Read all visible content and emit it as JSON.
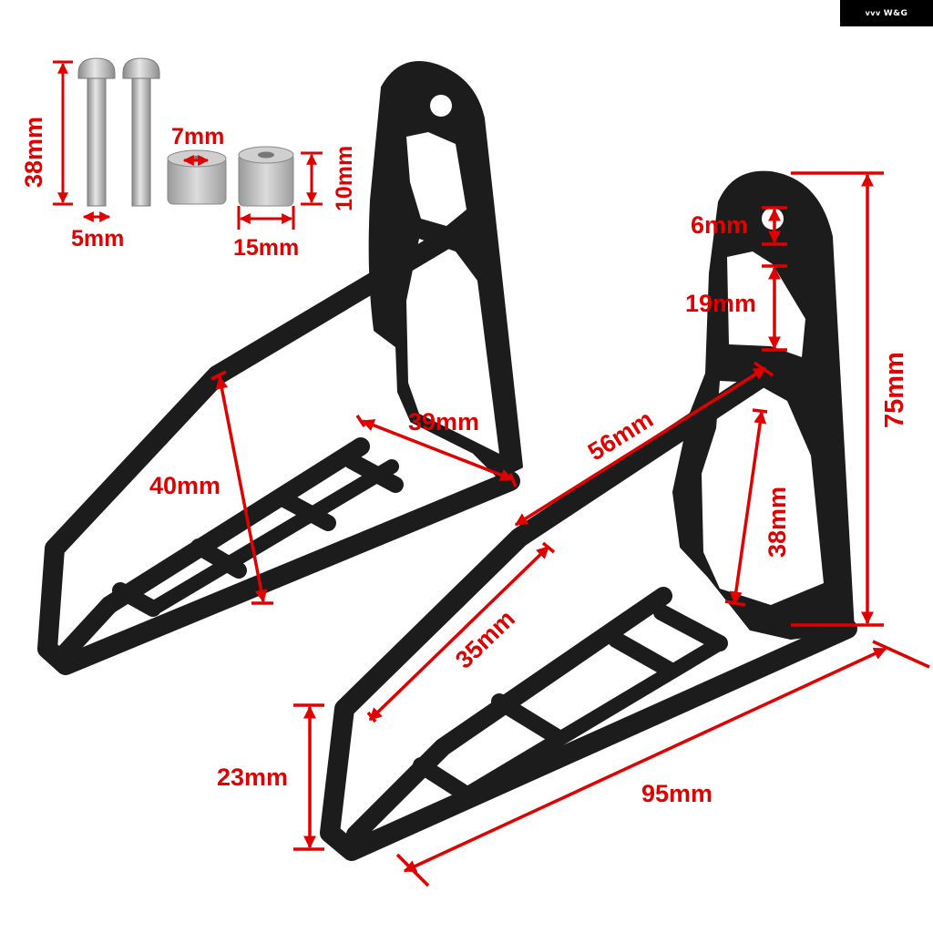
{
  "brand": {
    "logo_text": "W&G",
    "logo_mark": "vvv",
    "bg_color": "#000000"
  },
  "colors": {
    "dimension": "#e00000",
    "bracket": "#1a1a1a",
    "hardware": "#b8b8b8"
  },
  "hardware": {
    "bolt_length": "38mm",
    "bolt_diameter": "5mm",
    "spacer_inner": "7mm",
    "spacer_height": "10mm",
    "spacer_outer": "15mm"
  },
  "bracket_left": {
    "depth": "40mm",
    "base": "39mm"
  },
  "bracket_right": {
    "hole": "6mm",
    "slot": "19mm",
    "height": "75mm",
    "arm": "56mm",
    "inner": "38mm",
    "side": "35mm",
    "tip": "23mm",
    "length": "95mm"
  }
}
